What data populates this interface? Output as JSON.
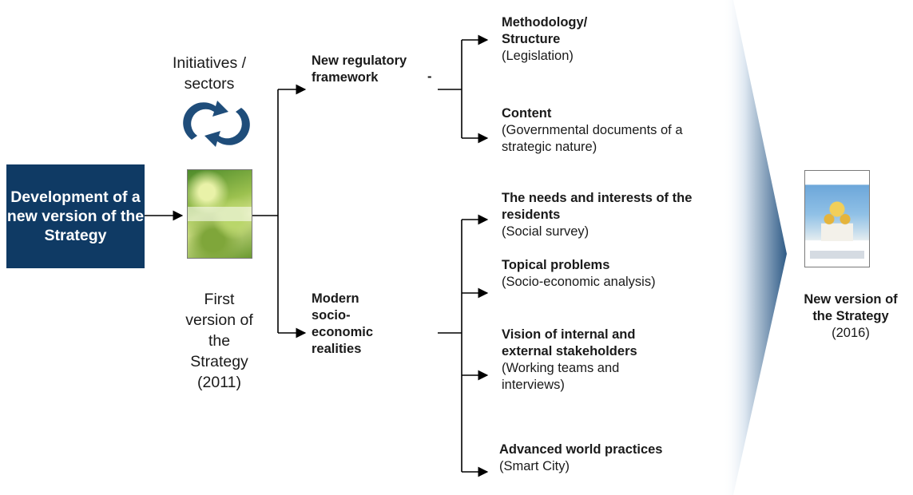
{
  "start_box": "Development of a new version of the Strategy",
  "initiatives_label": "Initiatives / sectors",
  "first_version": {
    "caption": "First version of the Strategy",
    "year": "(2011)"
  },
  "framework_label": "New regulatory framework",
  "framework_dash": "-",
  "realities_label": "Modern socio-economic realities",
  "framework_items": [
    {
      "title": "Methodology/ Structure",
      "sub": "(Legislation)"
    },
    {
      "title": "Content",
      "sub": "(Governmental documents of a strategic nature)"
    }
  ],
  "reality_items": [
    {
      "title": "The needs and interests of the residents",
      "sub": "(Social survey)"
    },
    {
      "title": "Topical problems",
      "sub": "(Socio-economic analysis)"
    },
    {
      "title": "Vision of internal and external stakeholders",
      "sub": "(Working teams and interviews)"
    },
    {
      "title": "Advanced world practices",
      "sub": "(Smart City)"
    }
  ],
  "new_version": {
    "caption": "New version of the Strategy",
    "year": "(2016)"
  },
  "colors": {
    "box": "#0f3a64",
    "chevron": "#2f5b86",
    "cycle_arrows": "#1f4d7a"
  }
}
